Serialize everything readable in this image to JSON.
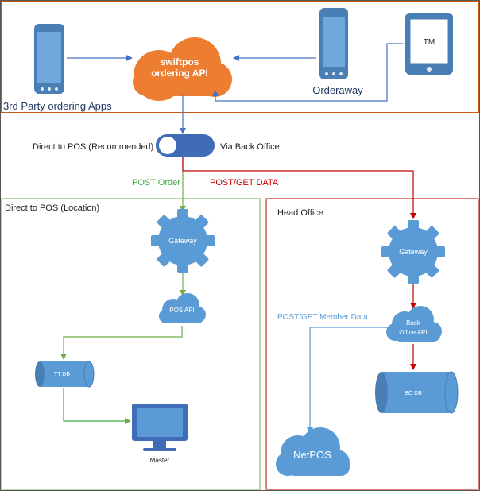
{
  "colors": {
    "device_blue": "#5b9bd5",
    "device_dark": "#4a7fb5",
    "cloud_orange": "#ed7d31",
    "gateway_blue": "#5b9bd5",
    "arrow_blue": "#4472c4",
    "green": "#70ad47",
    "red": "#c00000",
    "frame_orange": "#c55a11",
    "member_data_blue": "#5b9bd5"
  },
  "top": {
    "third_party_label": "3rd Party ordering Apps",
    "cloud_line1": "swiftpos",
    "cloud_line2": "ordering API",
    "orderaway_label": "Orderaway",
    "tablet_label": "TM"
  },
  "toggle": {
    "left_label": "Direct to POS (Recommended)",
    "right_label": "Via Back Office"
  },
  "flows": {
    "post_order": "POST Order",
    "post_get_data": "POST/GET DATA",
    "member_data": "POST/GET Member Data"
  },
  "left_panel": {
    "title": "Direct to POS (Location)",
    "gateway": "Gateway",
    "pos_api": "POS API",
    "tt_db": "TT DB",
    "master": "Master"
  },
  "right_panel": {
    "title": "Head Office",
    "gateway": "Gateway",
    "back_office_line1": "Back",
    "back_office_line2": "Office API",
    "bo_db": "BO DB",
    "netpos": "NetPOS"
  }
}
